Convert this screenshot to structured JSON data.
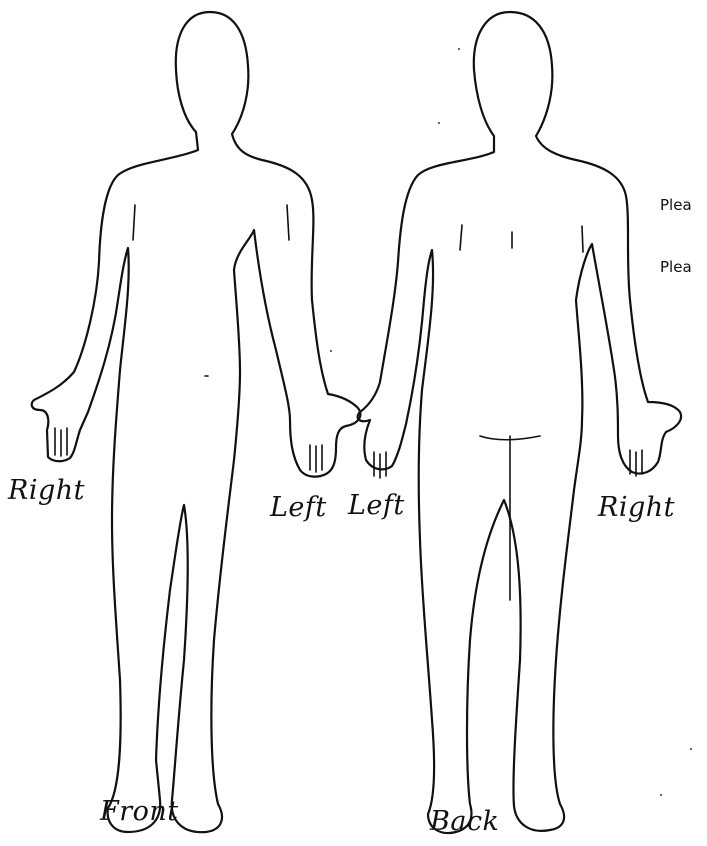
{
  "labels": {
    "front_right": "Right",
    "front_left": "Left",
    "back_left": "Left",
    "back_right": "Right",
    "front": "Front",
    "back": "Back"
  },
  "side_text": {
    "line1": "Plea",
    "line2": "Plea"
  }
}
